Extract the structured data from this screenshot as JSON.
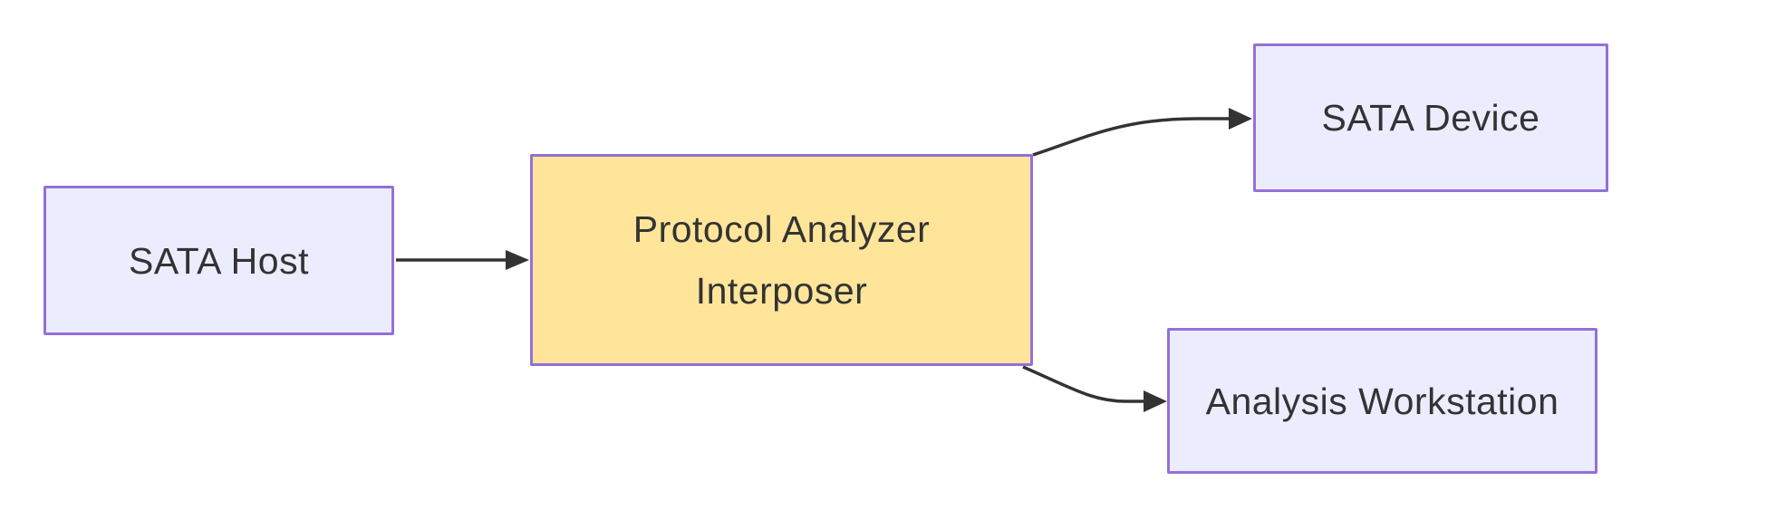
{
  "diagram": {
    "type": "flowchart",
    "direction": "left-to-right",
    "background": "#FFFFFF",
    "nodes": [
      {
        "id": "sata-host",
        "label": "SATA Host",
        "fill": "#ECECFF",
        "stroke": "#9370DB",
        "shape": "rectangle"
      },
      {
        "id": "protocol-analyzer-interposer",
        "label": "Protocol Analyzer\nInterposer",
        "fill": "#FFE59A",
        "stroke": "#9370DB",
        "shape": "rectangle"
      },
      {
        "id": "sata-device",
        "label": "SATA Device",
        "fill": "#ECECFF",
        "stroke": "#9370DB",
        "shape": "rectangle"
      },
      {
        "id": "analysis-workstation",
        "label": "Analysis Workstation",
        "fill": "#ECECFF",
        "stroke": "#9370DB",
        "shape": "rectangle"
      }
    ],
    "edges": [
      {
        "from": "SATA Host",
        "to": "Protocol Analyzer Interposer",
        "style": "solid-arrow",
        "label": ""
      },
      {
        "from": "Protocol Analyzer Interposer",
        "to": "SATA Device",
        "style": "solid-arrow",
        "label": ""
      },
      {
        "from": "Protocol Analyzer Interposer",
        "to": "Analysis Workstation",
        "style": "solid-arrow",
        "label": ""
      }
    ],
    "colors": {
      "edge": "#333333",
      "text": "#333333",
      "node_fill": "#ECECFF",
      "highlight_fill": "#FFE59A",
      "node_stroke": "#9370DB",
      "background": "#FFFFFF"
    }
  }
}
